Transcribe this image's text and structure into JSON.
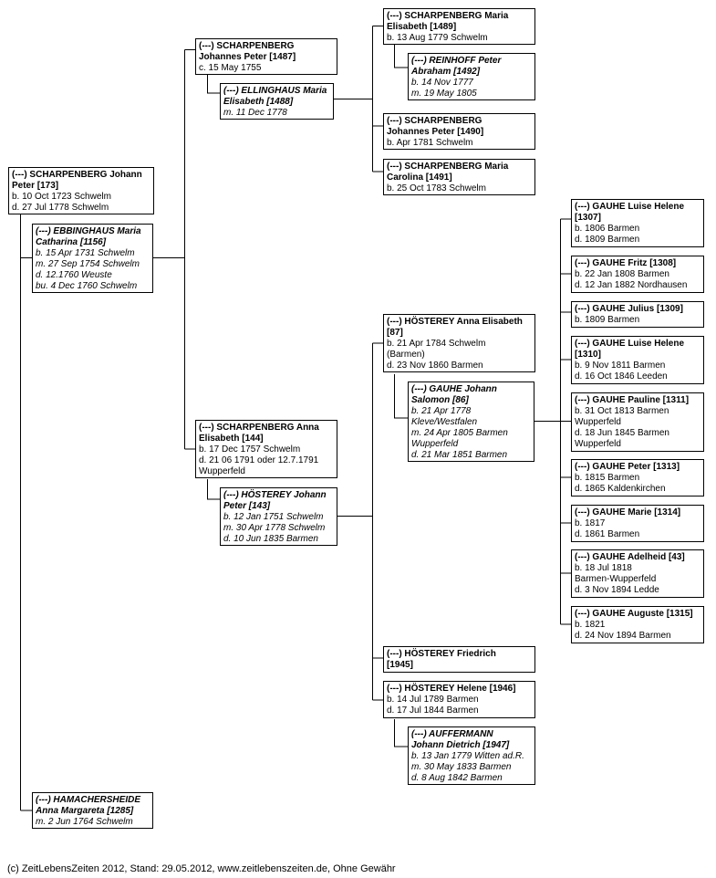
{
  "persons": {
    "p173": {
      "lines": [
        "(---) SCHARPENBERG Johann",
        "Peter [173]"
      ],
      "details": [
        "b. 10 Oct 1723 Schwelm",
        "d. 27 Jul 1778 Schwelm"
      ]
    },
    "p1156": {
      "lines": [
        "(---) EBBINGHAUS Maria",
        "Catharina [1156]"
      ],
      "details": [
        "b. 15 Apr 1731 Schwelm",
        "m. 27 Sep 1754 Schwelm",
        "d. 12.1760 Weuste",
        "bu. 4 Dec 1760 Schwelm"
      ]
    },
    "p1285": {
      "lines": [
        "(---) HAMACHERSHEIDE",
        "Anna Margareta [1285]"
      ],
      "details": [
        "m. 2 Jun 1764 Schwelm"
      ]
    },
    "p1487": {
      "lines": [
        "(---) SCHARPENBERG",
        "Johannes Peter [1487]"
      ],
      "details": [
        "c. 15 May 1755"
      ]
    },
    "p1488": {
      "lines": [
        "(---) ELLINGHAUS Maria",
        "Elisabeth [1488]"
      ],
      "details": [
        "m. 11 Dec 1778"
      ]
    },
    "p1489": {
      "lines": [
        "(---) SCHARPENBERG Maria",
        "Elisabeth [1489]"
      ],
      "details": [
        "b. 13 Aug 1779 Schwelm"
      ]
    },
    "p1492": {
      "lines": [
        "(---) REINHOFF Peter",
        "Abraham [1492]"
      ],
      "details": [
        "b. 14 Nov 1777",
        "m. 19 May 1805"
      ]
    },
    "p1490": {
      "lines": [
        "(---) SCHARPENBERG",
        "Johannes Peter [1490]"
      ],
      "details": [
        "b. Apr 1781 Schwelm"
      ]
    },
    "p1491": {
      "lines": [
        "(---) SCHARPENBERG Maria",
        "Carolina [1491]"
      ],
      "details": [
        "b. 25 Oct 1783 Schwelm"
      ]
    },
    "p144": {
      "lines": [
        "(---) SCHARPENBERG Anna",
        "Elisabeth [144]"
      ],
      "details": [
        "b. 17 Dec 1757 Schwelm",
        "d. 21 06 1791 oder 12.7.1791",
        "Wupperfeld"
      ]
    },
    "p143": {
      "lines": [
        "(---) HÖSTEREY Johann",
        "Peter [143]"
      ],
      "details": [
        "b. 12 Jan 1751 Schwelm",
        "m. 30 Apr 1778 Schwelm",
        "d. 10 Jun 1835 Barmen"
      ]
    },
    "p87": {
      "lines": [
        "(---) HÖSTEREY Anna Elisabeth",
        "[87]"
      ],
      "details": [
        "b. 21 Apr 1784 Schwelm",
        "(Barmen)",
        "d. 23 Nov 1860 Barmen"
      ]
    },
    "p86": {
      "lines": [
        "(---) GAUHE Johann",
        "Salomon [86]"
      ],
      "details": [
        "b. 21 Apr 1778",
        "Kleve/Westfalen",
        "m. 24 Apr 1805 Barmen",
        "Wupperfeld",
        "d. 21 Mar 1851 Barmen"
      ]
    },
    "p1945": {
      "lines": [
        "(---) HÖSTEREY Friedrich",
        "[1945]"
      ],
      "details": []
    },
    "p1946": {
      "lines": [
        "(---) HÖSTEREY Helene [1946]"
      ],
      "details": [
        "b. 14 Jul 1789 Barmen",
        "d. 17 Jul 1844 Barmen"
      ]
    },
    "p1947": {
      "lines": [
        "(---) AUFFERMANN",
        "Johann Dietrich [1947]"
      ],
      "details": [
        "b. 13 Jan 1779 Witten ad.R.",
        "m. 30 May 1833 Barmen",
        "d. 8 Aug 1842 Barmen"
      ]
    },
    "p1307": {
      "lines": [
        "(---) GAUHE Luise Helene",
        "[1307]"
      ],
      "details": [
        "b. 1806 Barmen",
        "d. 1809 Barmen"
      ]
    },
    "p1308": {
      "lines": [
        "(---) GAUHE Fritz [1308]"
      ],
      "details": [
        "b. 22 Jan 1808 Barmen",
        "d. 12 Jan 1882 Nordhausen"
      ]
    },
    "p1309": {
      "lines": [
        "(---) GAUHE Julius [1309]"
      ],
      "details": [
        "b. 1809 Barmen"
      ]
    },
    "p1310": {
      "lines": [
        "(---) GAUHE Luise Helene",
        "[1310]"
      ],
      "details": [
        "b. 9 Nov 1811 Barmen",
        "d. 16 Oct 1846 Leeden"
      ]
    },
    "p1311": {
      "lines": [
        "(---) GAUHE Pauline [1311]"
      ],
      "details": [
        "b. 31 Oct 1813 Barmen",
        "Wupperfeld",
        "d. 18 Jun 1845 Barmen",
        "Wupperfeld"
      ]
    },
    "p1313": {
      "lines": [
        "(---) GAUHE Peter [1313]"
      ],
      "details": [
        "b. 1815 Barmen",
        "d. 1865 Kaldenkirchen"
      ]
    },
    "p1314": {
      "lines": [
        "(---) GAUHE Marie [1314]"
      ],
      "details": [
        "b. 1817",
        "d. 1861 Barmen"
      ]
    },
    "p43": {
      "lines": [
        "(---) GAUHE Adelheid [43]"
      ],
      "details": [
        "b. 18 Jul 1818",
        "Barmen-Wupperfeld",
        "d. 3 Nov 1894 Ledde"
      ]
    },
    "p1315": {
      "lines": [
        "(---) GAUHE Auguste [1315]"
      ],
      "details": [
        "b. 1821",
        "d. 24 Nov 1894 Barmen"
      ]
    }
  },
  "footer": "(c) ZeitLebensZeiten 2012, Stand: 29.05.2012, www.zeitlebenszeiten.de, Ohne Gewähr"
}
